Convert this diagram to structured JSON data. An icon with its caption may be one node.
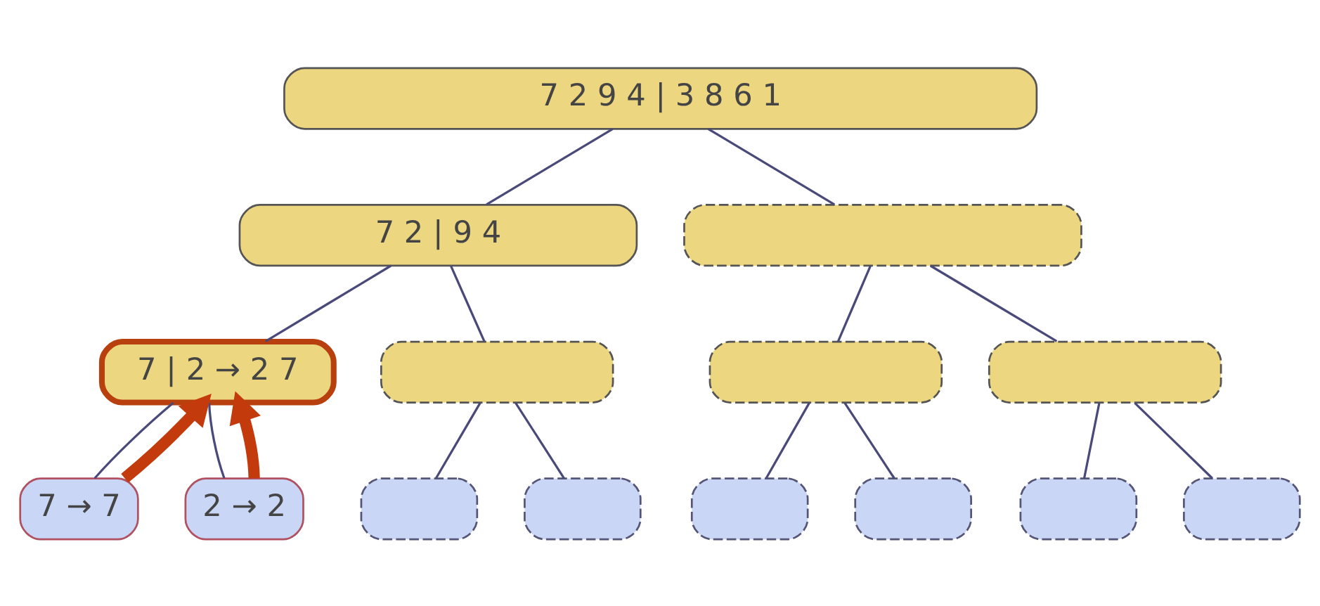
{
  "diagram": {
    "nodes": [
      {
        "text": [
          "7 2 9 4 | 3 8 6 1"
        ]
      },
      {
        "text": [
          "7 2 | 9 4"
        ]
      },
      {
        "text": [],
        "shape": "box"
      },
      {
        "text": [
          "7 | 2 → 2 7"
        ]
      },
      {
        "text": [],
        "shape": "box"
      },
      {
        "text": [],
        "shape": "box"
      },
      {
        "text": [],
        "shape": "box"
      },
      {
        "text": [
          "7 → 7"
        ]
      },
      {
        "text": [
          "2 → 2"
        ]
      },
      {
        "text": [],
        "shape": "box"
      },
      {
        "text": [],
        "shape": "box"
      },
      {
        "text": [],
        "shape": "box"
      },
      {
        "text": [],
        "shape": "box"
      },
      {
        "text": [],
        "shape": "box"
      },
      {
        "text": [],
        "shape": "box"
      }
    ],
    "edges": [
      {
        "from": 0,
        "to": 1,
        "arrow": "none"
      },
      {
        "from": 0,
        "to": 2,
        "arrow": "none"
      },
      {
        "from": 1,
        "to": 3,
        "arrow": "none"
      },
      {
        "from": 1,
        "to": 4,
        "arrow": "none"
      },
      {
        "from": 2,
        "to": 5,
        "arrow": "none"
      },
      {
        "from": 2,
        "to": 6,
        "arrow": "none"
      },
      {
        "from": 3,
        "to": 7,
        "arrow": "none"
      },
      {
        "from": 3,
        "to": 8,
        "arrow": "none"
      },
      {
        "from": 4,
        "to": 9,
        "arrow": "none"
      },
      {
        "from": 4,
        "to": 10,
        "arrow": "none"
      },
      {
        "from": 5,
        "to": 11,
        "arrow": "none"
      },
      {
        "from": 5,
        "to": 12,
        "arrow": "none"
      },
      {
        "from": 6,
        "to": 13,
        "arrow": "none"
      },
      {
        "from": 6,
        "to": 14,
        "arrow": "none"
      },
      {
        "from": 7,
        "to": 3,
        "arrow": "to",
        "style": "thick",
        "color": "#c33a0c"
      },
      {
        "from": 8,
        "to": 3,
        "arrow": "to",
        "style": "thick",
        "color": "#c33a0c"
      }
    ]
  }
}
